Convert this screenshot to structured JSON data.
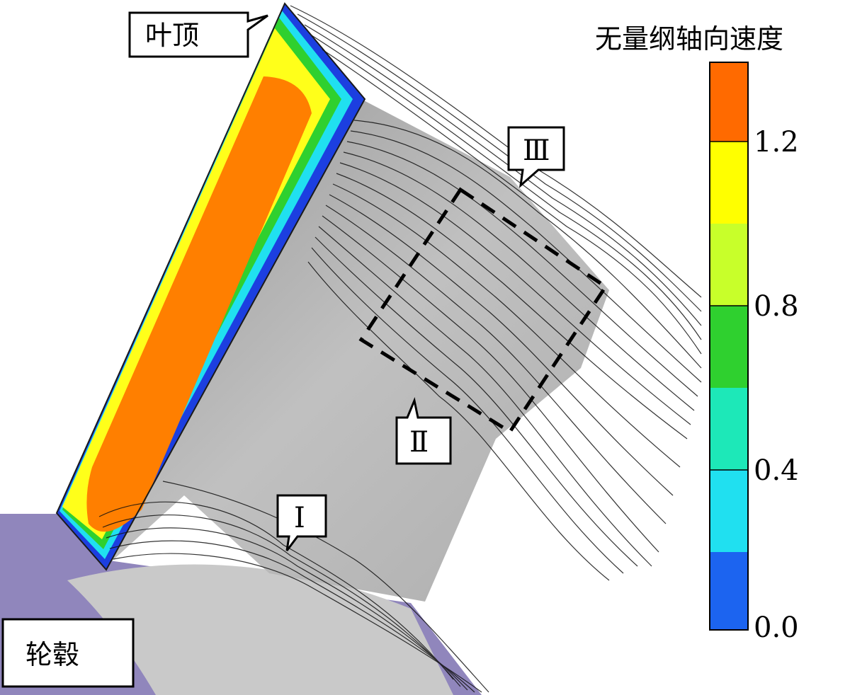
{
  "labels": {
    "blade_tip": "叶顶",
    "hub": "轮毂",
    "region_1": "Ⅰ",
    "region_2": "Ⅱ",
    "region_3": "Ⅲ"
  },
  "colorbar": {
    "title": "无量纲轴向速度",
    "ticks": [
      "1.2",
      "0.8",
      "0.4",
      "0.0"
    ],
    "bands_top_to_bottom": [
      "#ff6a00",
      "#ffff00",
      "#c8ff2a",
      "#2fd02f",
      "#1de8b8",
      "#20e0f0",
      "#1c64f0"
    ]
  },
  "colors": {
    "orange": "#ff7f00",
    "yellow": "#ffff1a",
    "hub": "#8a7fb8",
    "blade_gray": "#b8b8b8"
  }
}
